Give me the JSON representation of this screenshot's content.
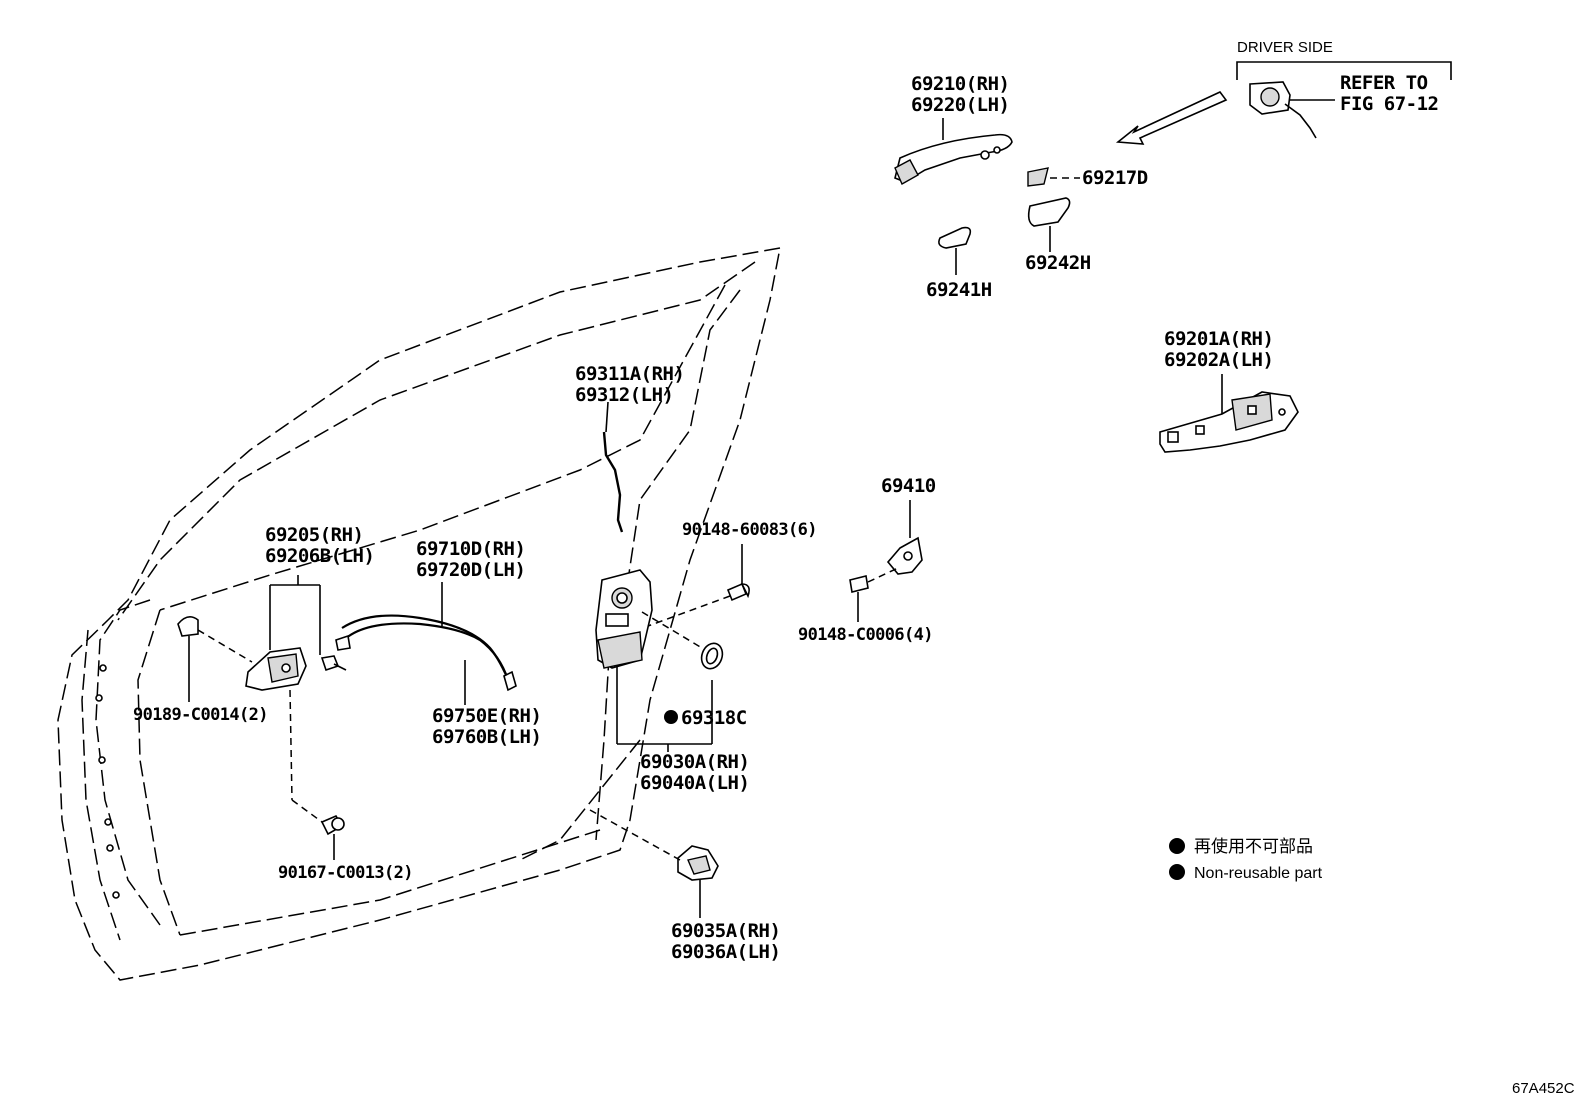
{
  "diagram": {
    "figure_code": "67A452C",
    "driver_side": {
      "heading": "DRIVER SIDE",
      "refer_line1": "REFER TO",
      "refer_line2": "FIG 67-12"
    },
    "legend": {
      "japanese": "再使用不可部品",
      "english": "Non-reusable part"
    },
    "parts": {
      "p69210": [
        "69210(RH)",
        "69220(LH)"
      ],
      "p69217D": "69217D",
      "p69241H": "69241H",
      "p69242H": "69242H",
      "p69201A": [
        "69201A(RH)",
        "69202A(LH)"
      ],
      "p69311A": [
        "69311A(RH)",
        "69312(LH)"
      ],
      "p90148_60083": "90148-60083(6)",
      "p69410": "69410",
      "p90148_C0006": "90148-C0006(4)",
      "p69205": [
        "69205(RH)",
        "69206B(LH)"
      ],
      "p69710D": [
        "69710D(RH)",
        "69720D(LH)"
      ],
      "p90189": "90189-C0014(2)",
      "p69750E": [
        "69750E(RH)",
        "69760B(LH)"
      ],
      "p69318C": "69318C",
      "p69030A": [
        "69030A(RH)",
        "69040A(LH)"
      ],
      "p90167": "90167-C0013(2)",
      "p69035A": [
        "69035A(RH)",
        "69036A(LH)"
      ]
    }
  }
}
